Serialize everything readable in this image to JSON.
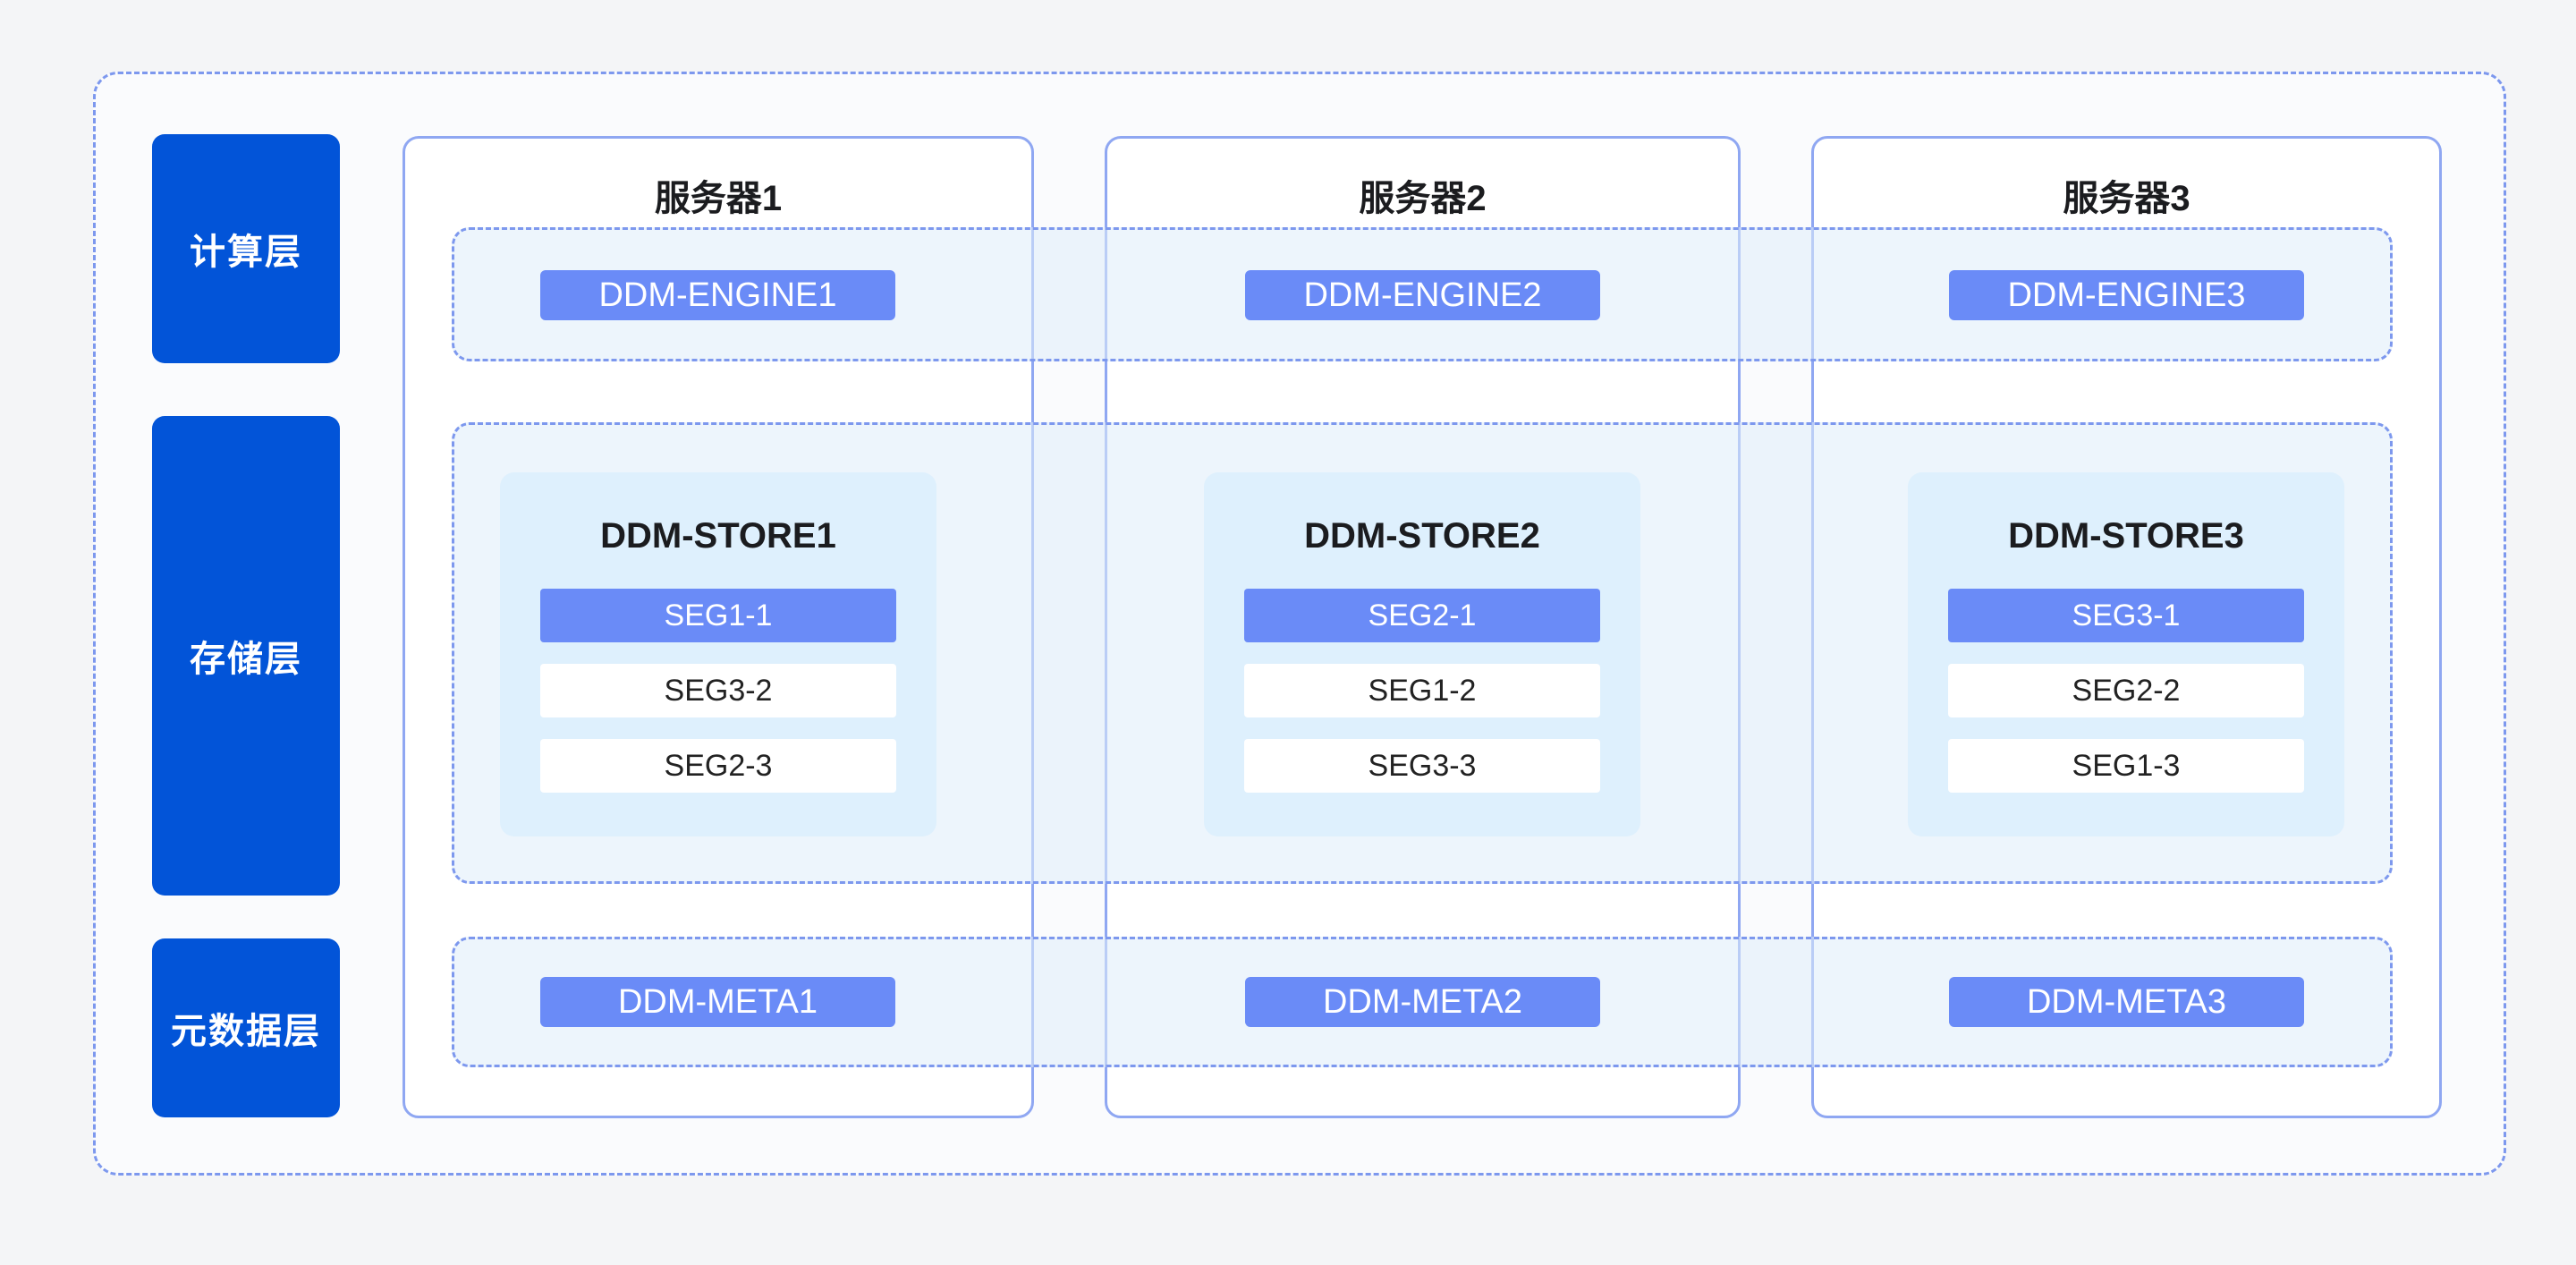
{
  "layers": [
    {
      "label": "计算层"
    },
    {
      "label": "存储层"
    },
    {
      "label": "元数据层"
    }
  ],
  "servers": [
    {
      "name": "服务器1",
      "engine": "DDM-ENGINE1",
      "meta": "DDM-META1",
      "store": {
        "title": "DDM-STORE1",
        "segments": [
          "SEG1-1",
          "SEG3-2",
          "SEG2-3"
        ],
        "primary_segment": "SEG1-1"
      }
    },
    {
      "name": "服务器2",
      "engine": "DDM-ENGINE2",
      "meta": "DDM-META2",
      "store": {
        "title": "DDM-STORE2",
        "segments": [
          "SEG2-1",
          "SEG1-2",
          "SEG3-3"
        ],
        "primary_segment": "SEG2-1"
      }
    },
    {
      "name": "服务器3",
      "engine": "DDM-ENGINE3",
      "meta": "DDM-META3",
      "store": {
        "title": "DDM-STORE3",
        "segments": [
          "SEG3-1",
          "SEG2-2",
          "SEG1-3"
        ],
        "primary_segment": "SEG3-1"
      }
    }
  ],
  "colors": {
    "page_bg": "#f4f5f7",
    "container_bg": "#fafbfd",
    "dashed_border": "#7d98ee",
    "solid_border": "#8fa7f2",
    "primary_blue": "#0254d8",
    "node_blue": "#6a8bf7",
    "card_blue": "#def0fd",
    "text_dark": "#1b1c1f"
  }
}
